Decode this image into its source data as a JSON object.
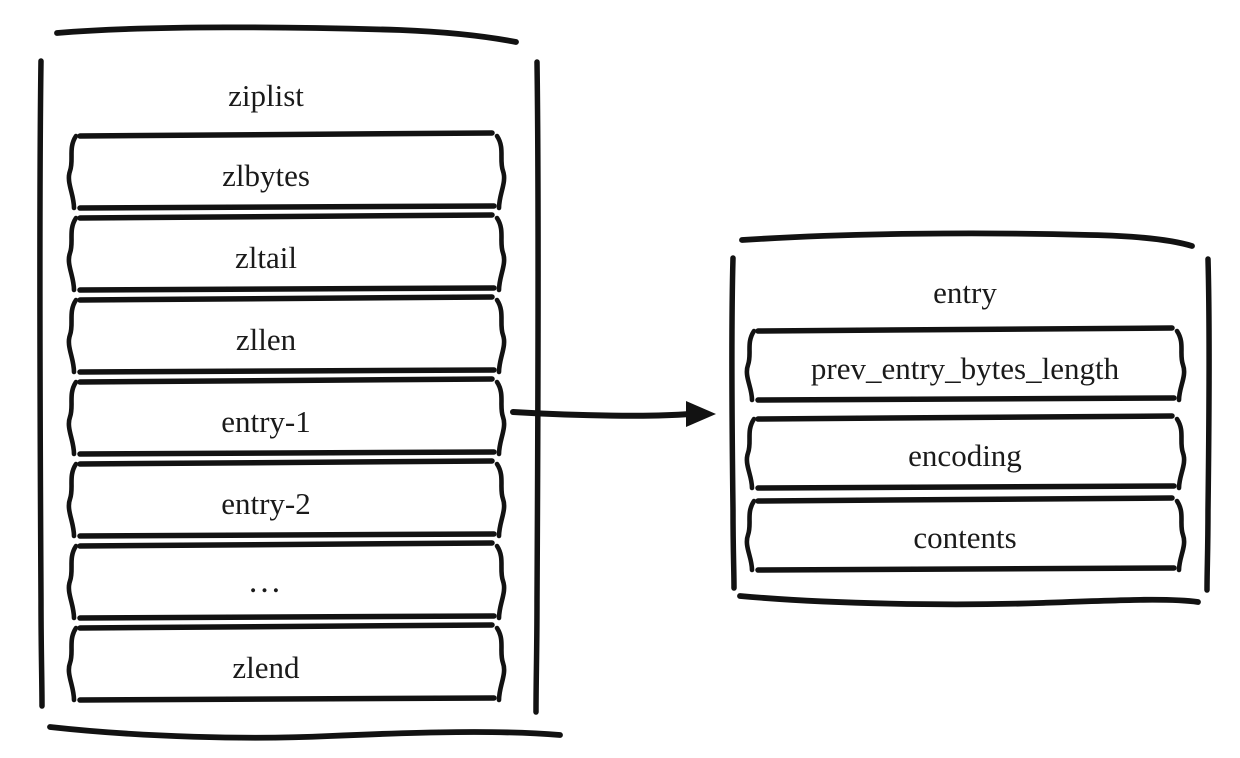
{
  "figure": {
    "kind": "hand-drawn-structure-diagram",
    "background_color": "#ffffff",
    "ink_color": "#121212"
  },
  "left_box": {
    "title": "ziplist",
    "rows": [
      {
        "label": "zlbytes"
      },
      {
        "label": "zltail"
      },
      {
        "label": "zllen"
      },
      {
        "label": "entry-1"
      },
      {
        "label": "entry-2"
      },
      {
        "label": "…"
      },
      {
        "label": "zlend"
      }
    ]
  },
  "right_box": {
    "title": "entry",
    "rows": [
      {
        "label": "prev_entry_bytes_length"
      },
      {
        "label": "encoding"
      },
      {
        "label": "contents"
      }
    ]
  },
  "connector": {
    "name": "arrow",
    "from_row": "entry-1",
    "to_box": "entry"
  }
}
